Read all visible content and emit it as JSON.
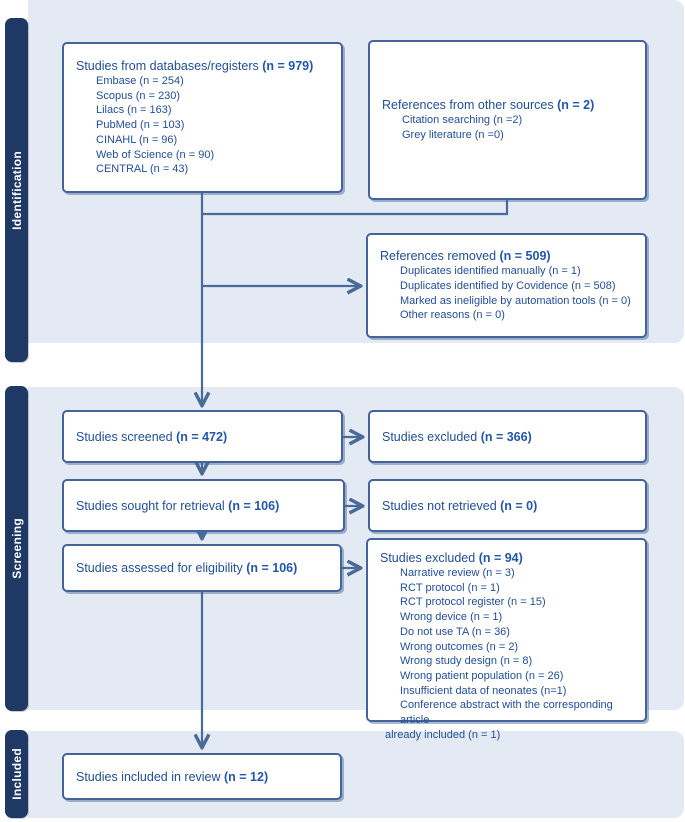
{
  "colors": {
    "band_background": "#E4EAF3",
    "stage_bar": "#1F3864",
    "box_border": "#44639A",
    "text_blue": "#234F96",
    "bold_blue": "#2257A8",
    "arrow": "#4A6B97"
  },
  "sidebar": {
    "identification": "Identification",
    "screening": "Screening",
    "included": "Included"
  },
  "boxes": {
    "databases": {
      "title": "Studies from databases/registers ",
      "n": "(n = 979)",
      "items": [
        "Embase (n = 254)",
        "Scopus (n = 230)",
        "Lilacs (n = 163)",
        "PubMed (n = 103)",
        "CINAHL (n = 96)",
        "Web of Science (n = 90)",
        "CENTRAL (n = 43)"
      ]
    },
    "other_sources": {
      "title": "References from other sources ",
      "n": "(n = 2)",
      "items": [
        "Citation searching (n =2)",
        "Grey literature (n =0)"
      ]
    },
    "references_removed": {
      "title": "References removed ",
      "n": "(n = 509)",
      "items": [
        "Duplicates identified manually (n = 1)",
        "Duplicates identified by Covidence (n = 508)",
        "Marked as ineligible by automation tools (n = 0)",
        "Other reasons (n = 0)"
      ]
    },
    "screened": {
      "title": "Studies screened ",
      "n": "(n = 472)"
    },
    "screened_excluded": {
      "title": "Studies excluded ",
      "n": "(n = 366)"
    },
    "sought": {
      "title": "Studies sought for retrieval ",
      "n": "(n = 106)"
    },
    "not_retrieved": {
      "title": "Studies not retrieved ",
      "n": "(n = 0)"
    },
    "assessed": {
      "title": "Studies assessed for eligibility ",
      "n": "(n = 106)"
    },
    "eligibility_excluded": {
      "title": "Studies excluded ",
      "n": "(n = 94)",
      "items": [
        "Narrative review (n = 3)",
        "RCT protocol (n = 1)",
        "RCT protocol register (n = 15)",
        "Wrong device (n = 1)",
        "Do not use TA (n = 36)",
        "Wrong outcomes (n = 2)",
        "Wrong study design (n = 8)",
        "Wrong patient population (n = 26)",
        "Insufficient data of neonates (n=1)",
        "Conference abstract with the corresponding article",
        "already  included (n = 1)"
      ]
    },
    "included_review": {
      "title": "Studies included in review ",
      "n": "(n = 12)"
    }
  }
}
